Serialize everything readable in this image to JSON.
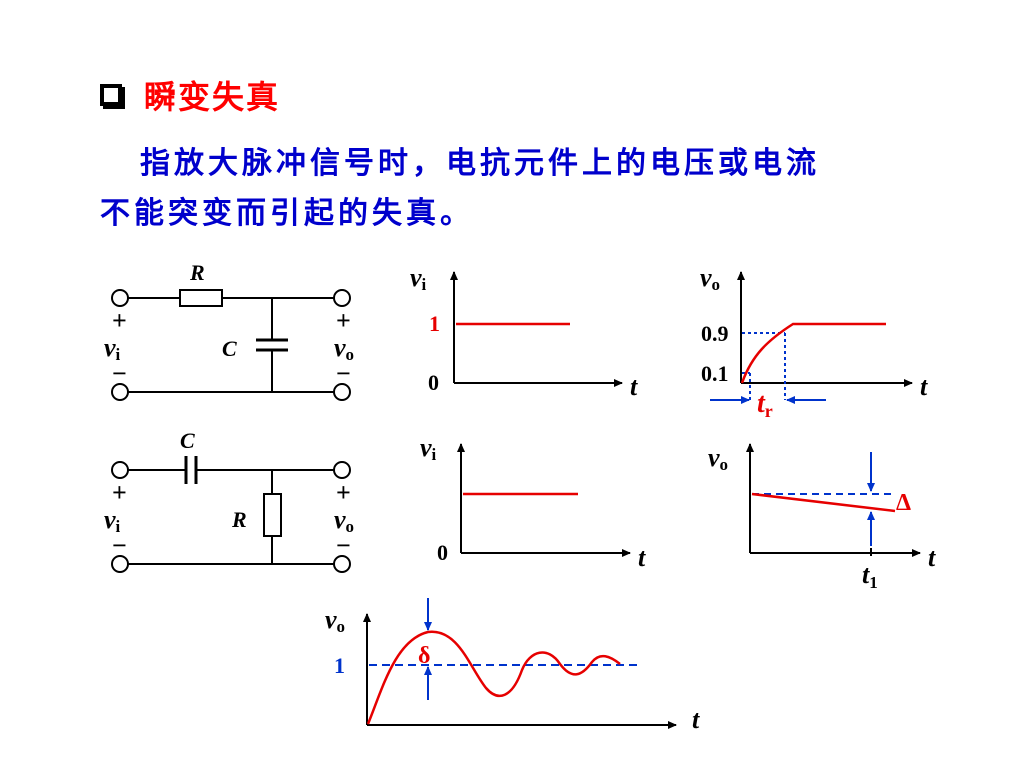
{
  "title": "瞬变失真",
  "description": {
    "line1": "指放大脉冲信号时，电抗元件上的电压或电流",
    "line2": "不能突变而引起的失真。"
  },
  "colors": {
    "title": "#ff0000",
    "text": "#0000cc",
    "curve": "#e60000",
    "marker": "#0033cc",
    "wire": "#000000"
  },
  "circuit1": {
    "resistor": "R",
    "capacitor": "C",
    "input_var": "v",
    "input_sub": "i",
    "output_var": "v",
    "output_sub": "o",
    "plus": "+",
    "minus": "−"
  },
  "circuit2": {
    "capacitor": "C",
    "resistor": "R",
    "input_var": "v",
    "input_sub": "i",
    "output_var": "v",
    "output_sub": "o",
    "plus": "+",
    "minus": "−"
  },
  "plot_vi_1": {
    "y_var": "v",
    "y_sub": "i",
    "x_var": "t",
    "level_label": "1",
    "origin_label": "0"
  },
  "plot_vo_1": {
    "y_var": "v",
    "y_sub": "o",
    "x_var": "t",
    "tick_high": "0.9",
    "tick_low": "0.1",
    "rise_var": "t",
    "rise_sub": "r"
  },
  "plot_vi_2": {
    "y_var": "v",
    "y_sub": "i",
    "x_var": "t",
    "origin_label": "0"
  },
  "plot_vo_2": {
    "y_var": "v",
    "y_sub": "o",
    "x_var": "t",
    "droop_label": "Δ",
    "time_var": "t",
    "time_sub": "1"
  },
  "plot_vo_3": {
    "y_var": "v",
    "y_sub": "o",
    "x_var": "t",
    "level_label": "1",
    "overshoot_label": "δ"
  }
}
